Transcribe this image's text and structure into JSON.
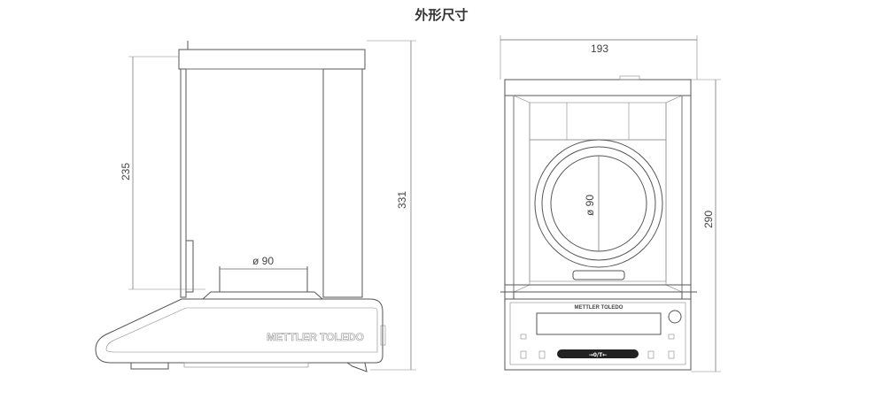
{
  "title": "外形尺寸",
  "side_view": {
    "height_chamber": "235",
    "height_total": "331",
    "pan_diameter": "ø 90",
    "brand_text": "METTLER TOLEDO"
  },
  "front_view": {
    "width": "193",
    "depth": "290",
    "pan_diameter": "ø 90",
    "brand_text": "METTLER TOLEDO",
    "key_label": "→0/T←"
  }
}
